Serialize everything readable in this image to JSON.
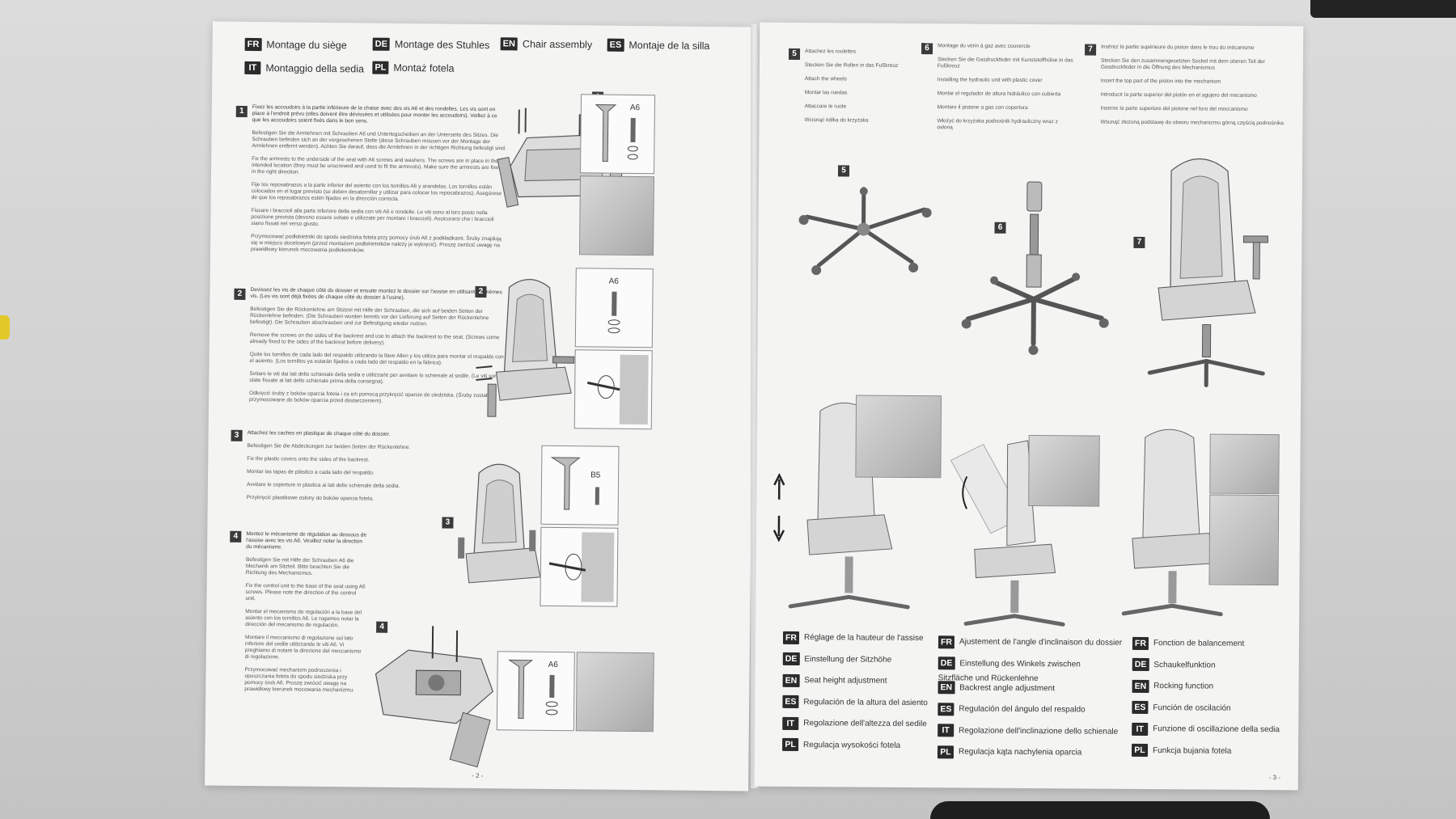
{
  "left_page": {
    "headings": [
      {
        "code": "FR",
        "text": "Montage du siège"
      },
      {
        "code": "DE",
        "text": "Montage des Stuhles"
      },
      {
        "code": "EN",
        "text": "Chair assembly"
      },
      {
        "code": "ES",
        "text": "Montaje de la silla"
      },
      {
        "code": "IT",
        "text": "Montaggio della sedia"
      },
      {
        "code": "PL",
        "text": "Montaż fotela"
      }
    ],
    "steps": [
      {
        "number": "1",
        "paragraphs": [
          "Fixez les accoudoirs à la partie inférieure de la chaise avec des vis A6 et des rondelles. Les vis sont en place à l'endroit prévu (elles doivent être dévissées et utilisées pour monter les accoudoirs). Veillez à ce que les accoudoirs soient fixés dans le bon sens.",
          "Befestigen Sie die Armlehnen mit Schrauben A6 und Unterlegscheiben an der Unterseite des Sitzes. Die Schrauben befinden sich an der vorgesehenen Stelle (diese Schrauben müssen vor der Montage der Armlehnen entfernt werden). Achten Sie darauf, dass die Armlehnen in der richtigen Richtung befestigt sind.",
          "Fix the armrests to the underside of the seat with A6 screws and washers. The screws are in place in their intended location (they must be unscrewed and used to fit the armrests). Make sure the armrests are fixed in the right direction.",
          "Fije los reposabrazos a la parte inferior del asiento con los tornillos A6 y arandelas. Los tornillos están colocados en el lugar previsto (se deben desatornillar y utilizar para colocar los reposabrazos). Asegúrese de que los reposabrazos estén fijados en la dirección correcta.",
          "Fissare i braccioli alla parte inferiore della sedia con viti A6 e rondelle. Le viti sono al loro posto nella posizione prevista (devono essere svitate e utilizzate per montare i braccioli). Assicurarsi che i braccioli siano fissati nel verso giusto.",
          "Przymocować podłokietniki do spodu siedziska fotela przy pomocy śrub A6 z podkładkami. Śruby znajdują się w miejscu docelowym (przed montażem podłokietników należy je wykręcić). Proszę zwrócić uwagę na prawidłowy kierunek mocowania podłokietników."
        ]
      },
      {
        "number": "2",
        "paragraphs": [
          "Devissez les vis de chaque côté du dossier et ensuite montez le dossier sur l'assise en utilisant les mêmes vis. (Les vis sont déjà fixées de chaque côté du dossier à l'usine).",
          "Befestigen Sie die Rückenlehne am Stützel mit Hilfe der Schrauben, die sich auf beiden Seiten der Rückenlehne befinden. (Die Schrauben wurden bereits vor der Lieferung auf Seiten der Rückenlehne befestigt). Die Schrauben abschrauben und zur Befestigung wieder nutzen.",
          "Remove the screws on the sides of the backrest and use to attach the backrest to the seat. (Screws come already fixed to the sides of the backrest before delivery).",
          "Quite los tornillos de cada lado del respaldo utilizando la llave Allen y los utiliza para montar el respaldo con el asiento. (Los tornillos ya estarán fijados a cada lado del respaldo en la fábrica).",
          "Svitare le viti dai lati dello schienale della sedia e utilizzarle per avvitare lo schienale al sedile. (Le viti sono state fissate ai lati dello schienale prima della consegna).",
          "Odkręcić śruby z boków oparcia fotela i za ich pomocą przykręcić oparcie do siedziska. (Śruby zostały przymocowane do boków oparcia przed dostarczeniem)."
        ]
      },
      {
        "number": "3",
        "paragraphs": [
          "Attachez les caches en plastique de chaque côté du dossier.",
          "Befestigen Sie die Abdeckungen zur beiden Seiten der Rückenlehne.",
          "Fix the plastic covers onto the sides of the backrest.",
          "Montar las tapas de plástico a cada lado del respaldo.",
          "Avvitare le coperture in plastica ai lati dello schienale della sedia.",
          "Przykręcić plastikowe osłony do boków oparcia fotela."
        ]
      },
      {
        "number": "4",
        "paragraphs": [
          "Montez le mécanisme de régulation au dessous de l'assise avec les vis A6. Veuillez noter la direction du mécanisme.",
          "Befestigen Sie mit Hilfe der Schrauben A6 die Mechanik am Sitzteil. Bitte beachten Sie die Richtung des Mechanismus.",
          "Fix the control unit to the base of the seat using A6 screws. Please note the direction of the control unit.",
          "Montar el mecanismo de regulación a la base del asiento con los tornillos A6. Le rogamos notar la dirección del mecanismo de regulación.",
          "Montare il meccanismo di regolazione sul lato inferiore del sedile utilizzando le viti A6. Vi preghiamo di notare la direzione del meccanismo di regolazione.",
          "Przymocować mechanizm podnoszenia i opuszczania fotela do spodu siedziska przy pomocy śrub A6. Proszę zwrócić uwagę na prawidłowy kierunek mocowania mechanizmu."
        ]
      }
    ],
    "figure_labels": [
      "1",
      "2",
      "3",
      "4"
    ],
    "part_labels": [
      "A6",
      "A6",
      "B5",
      "A6"
    ],
    "page_number": "- 2 -"
  },
  "right_page": {
    "steps": [
      {
        "number": "5",
        "paragraphs": [
          "Attachez les roulettes",
          "Stecken Sie die Rollen in das Fußkreuz",
          "Attach the wheels",
          "Montar las ruedas",
          "Attaccare le ruote",
          "Wcisnąć kółka do krzyżaka"
        ]
      },
      {
        "number": "6",
        "paragraphs": [
          "Montage du vérin à gaz avec couvercle",
          "Stecken Sie die Gasdruckfeder mit Kunststoffhülse in das Fußkreuz",
          "Installing the hydraulic unit with plastic cover",
          "Montar el regulador de altura hidráulico con cubierta",
          "Montare il pistone a gas con copertura",
          "Włożyć do krzyżaka podnośnik hydrauliczny wraz z osłoną"
        ]
      },
      {
        "number": "7",
        "paragraphs": [
          "Insérez la partie supérieure du piston dans le trou du mécanisme",
          "Stecken Sie den zusammengesetzten Sockel mit dem oberen Teil der Gasdruckfeder in die Öffnung des Mechanismus",
          "Insert the top part of the piston into the mechanism",
          "Introducir la parte superior del pistón en el agujero del mecanismo",
          "Inserire la parte superiore del pistone nel foro del meccanismo",
          "Wsunąć złożoną podstawę do otworu mechanizmu górną częścią podnośnika"
        ]
      }
    ],
    "figure_labels": [
      "5",
      "6",
      "7"
    ],
    "features": [
      [
        {
          "code": "FR",
          "text": "Réglage de la hauteur de l'assise"
        },
        {
          "code": "DE",
          "text": "Einstellung der Sitzhöhe"
        },
        {
          "code": "EN",
          "text": "Seat height adjustment"
        },
        {
          "code": "ES",
          "text": "Regulación de la altura del asiento"
        },
        {
          "code": "IT",
          "text": "Regolazione dell'altezza del sedile"
        },
        {
          "code": "PL",
          "text": "Regulacja wysokości fotela"
        }
      ],
      [
        {
          "code": "FR",
          "text": "Ajustement de l'angle d'inclinaison du dossier"
        },
        {
          "code": "DE",
          "text": "Einstellung des Winkels zwischen Sitzfläche und Rückenlehne"
        },
        {
          "code": "EN",
          "text": "Backrest angle adjustment"
        },
        {
          "code": "ES",
          "text": "Regulación del ángulo del respaldo"
        },
        {
          "code": "IT",
          "text": "Regolazione dell'inclinazione dello schienale"
        },
        {
          "code": "PL",
          "text": "Regulacja kąta nachylenia oparcia"
        }
      ],
      [
        {
          "code": "FR",
          "text": "Fonction de balancement"
        },
        {
          "code": "DE",
          "text": "Schaukelfunktion"
        },
        {
          "code": "EN",
          "text": "Rocking function"
        },
        {
          "code": "ES",
          "text": "Función de oscilación"
        },
        {
          "code": "IT",
          "text": "Funzione di oscillazione della sedia"
        },
        {
          "code": "PL",
          "text": "Funkcja bujania fotela"
        }
      ]
    ],
    "page_number": "- 3 -"
  }
}
